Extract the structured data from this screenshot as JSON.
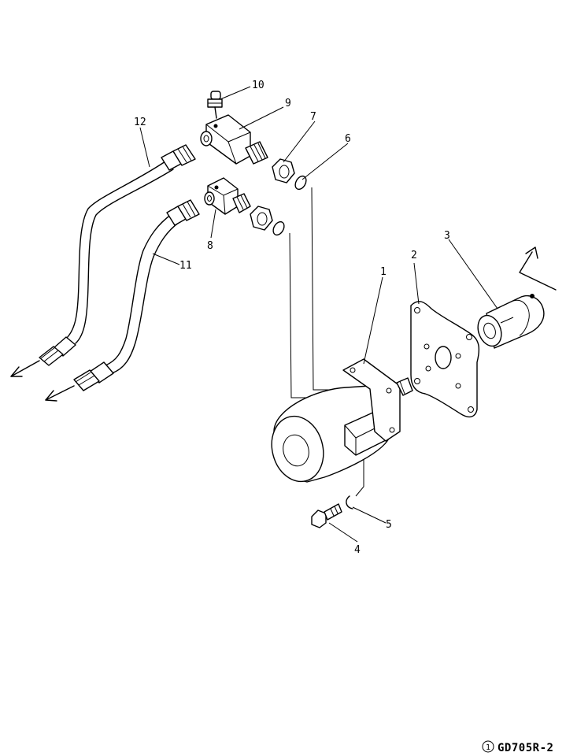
{
  "callouts": {
    "c1": "1",
    "c2": "2",
    "c3": "3",
    "c4": "4",
    "c5": "5",
    "c6": "6",
    "c7": "7",
    "c8": "8",
    "c9": "9",
    "c10": "10",
    "c11": "11",
    "c12": "12"
  },
  "reference": {
    "marker": "1",
    "code": "GD705R-2"
  }
}
